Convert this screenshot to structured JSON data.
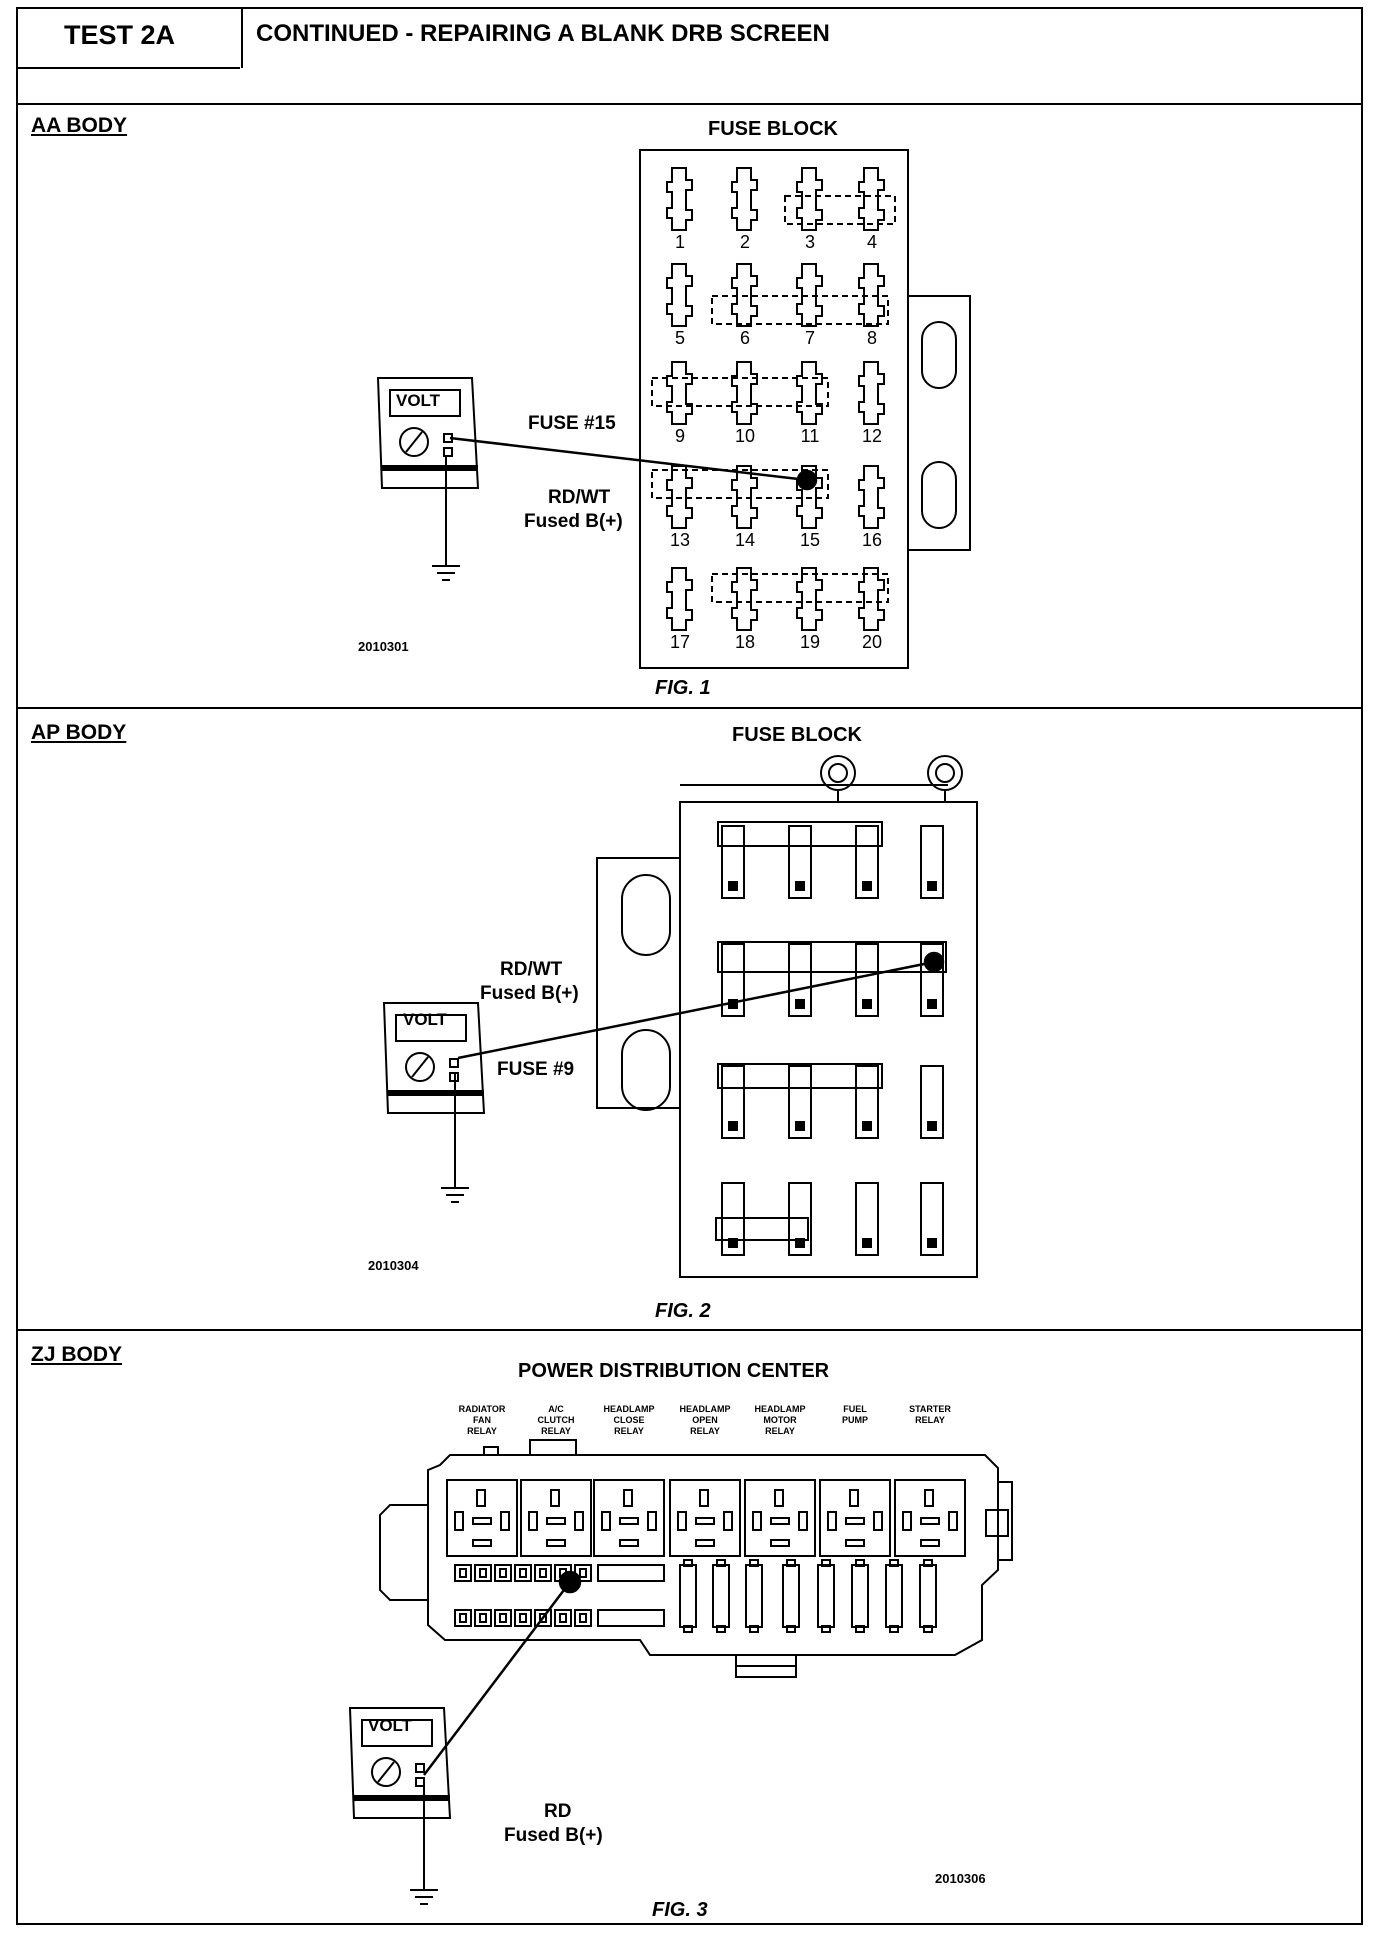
{
  "header": {
    "test_label": "TEST 2A",
    "title": "CONTINUED - REPAIRING A BLANK DRB SCREEN"
  },
  "fig1": {
    "body_label": "AA BODY",
    "block_title": "FUSE BLOCK",
    "fuse_callout": "FUSE #15",
    "wire_callout_1": "RD/WT",
    "wire_callout_2": "Fused B(+)",
    "meter_label": "VOLT",
    "figure_number": "2010301",
    "caption": "FIG. 1",
    "fuse_numbers": [
      "1",
      "2",
      "3",
      "4",
      "5",
      "6",
      "7",
      "8",
      "9",
      "10",
      "11",
      "12",
      "13",
      "14",
      "15",
      "16",
      "17",
      "18",
      "19",
      "20"
    ]
  },
  "fig2": {
    "body_label": "AP BODY",
    "block_title": "FUSE BLOCK",
    "wire_callout_1": "RD/WT",
    "wire_callout_2": "Fused B(+)",
    "fuse_callout": "FUSE #9",
    "meter_label": "VOLT",
    "figure_number": "2010304",
    "caption": "FIG. 2"
  },
  "fig3": {
    "body_label": "ZJ BODY",
    "block_title": "POWER DISTRIBUTION CENTER",
    "relays": [
      {
        "l1": "RADIATOR",
        "l2": "FAN",
        "l3": "RELAY"
      },
      {
        "l1": "A/C",
        "l2": "CLUTCH",
        "l3": "RELAY"
      },
      {
        "l1": "HEADLAMP",
        "l2": "CLOSE",
        "l3": "RELAY"
      },
      {
        "l1": "HEADLAMP",
        "l2": "OPEN",
        "l3": "RELAY"
      },
      {
        "l1": "HEADLAMP",
        "l2": "MOTOR",
        "l3": "RELAY"
      },
      {
        "l1": "FUEL",
        "l2": "PUMP",
        "l3": ""
      },
      {
        "l1": "STARTER",
        "l2": "RELAY",
        "l3": ""
      }
    ],
    "wire_callout_1": "RD",
    "wire_callout_2": "Fused B(+)",
    "meter_label": "VOLT",
    "figure_number": "2010306",
    "caption": "FIG. 3"
  }
}
